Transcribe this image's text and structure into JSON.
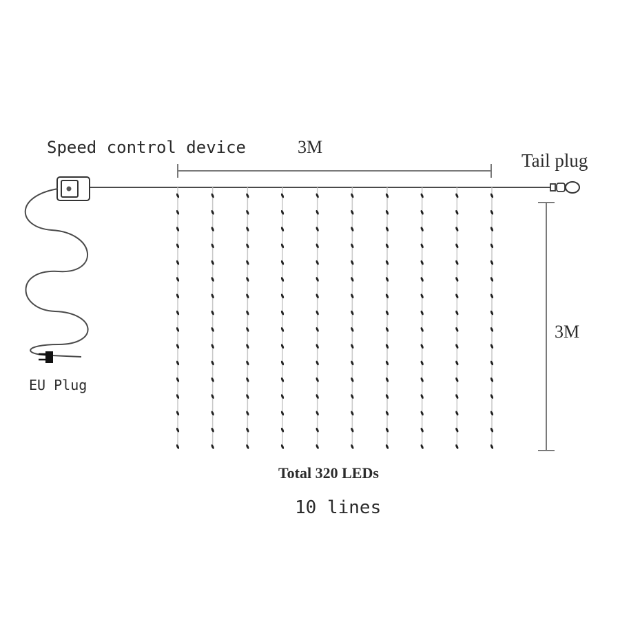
{
  "labels": {
    "controller": "Speed control device",
    "width": "3M",
    "tail": "Tail plug",
    "height": "3M",
    "plug": "EU Plug",
    "total": "Total 320 LEDs",
    "lines": "10 lines"
  },
  "diagram": {
    "strand_count": 10,
    "leds_per_strand": 16
  },
  "colors": {
    "wire": "#4a4a4a",
    "dimension": "#7a7a7a",
    "led": "#222222"
  }
}
